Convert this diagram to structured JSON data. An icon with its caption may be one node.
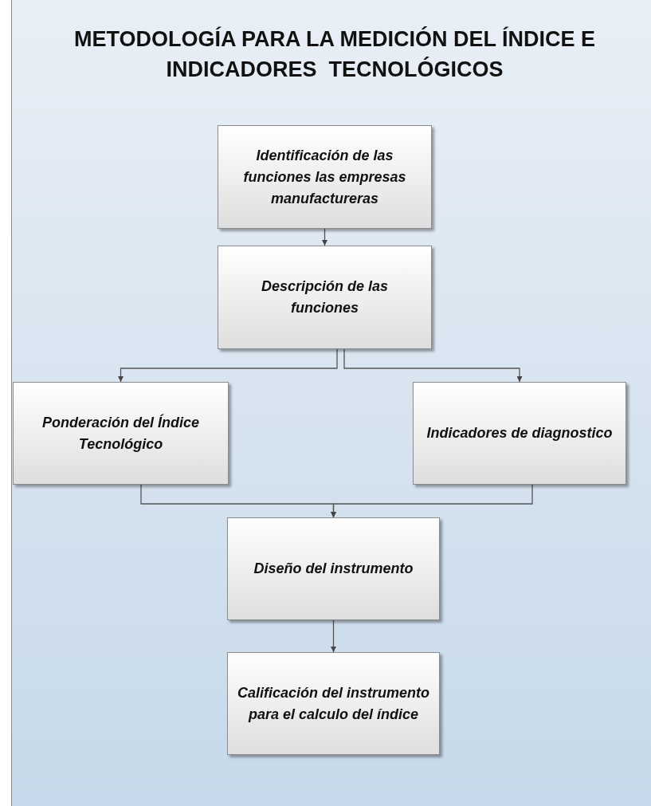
{
  "diagram": {
    "title": "METODOLOGÍA PARA LA MEDICIÓN DEL ÍNDICE E INDICADORES  TECNOLÓGICOS",
    "nodes": [
      {
        "text": [
          "Identificación de las funciones las empresas manufactureras"
        ]
      },
      {
        "text": [
          "Descripción de las funciones"
        ]
      },
      {
        "text": [
          "Ponderación del Índice Tecnológico"
        ]
      },
      {
        "text": [
          "Indicadores de diagnostico"
        ]
      },
      {
        "text": [
          "Diseño del instrumento"
        ]
      },
      {
        "text": [
          "Calificación del instrumento para el calculo del índice"
        ]
      }
    ],
    "edges": [
      {
        "from": 0,
        "to": 1,
        "arrow": "to"
      },
      {
        "from": 1,
        "to": 2,
        "arrow": "to"
      },
      {
        "from": 1,
        "to": 3,
        "arrow": "to"
      },
      {
        "from": 2,
        "to": 4,
        "arrow": "to"
      },
      {
        "from": 3,
        "to": 4,
        "arrow": "to"
      },
      {
        "from": 4,
        "to": 5,
        "arrow": "to"
      }
    ]
  }
}
